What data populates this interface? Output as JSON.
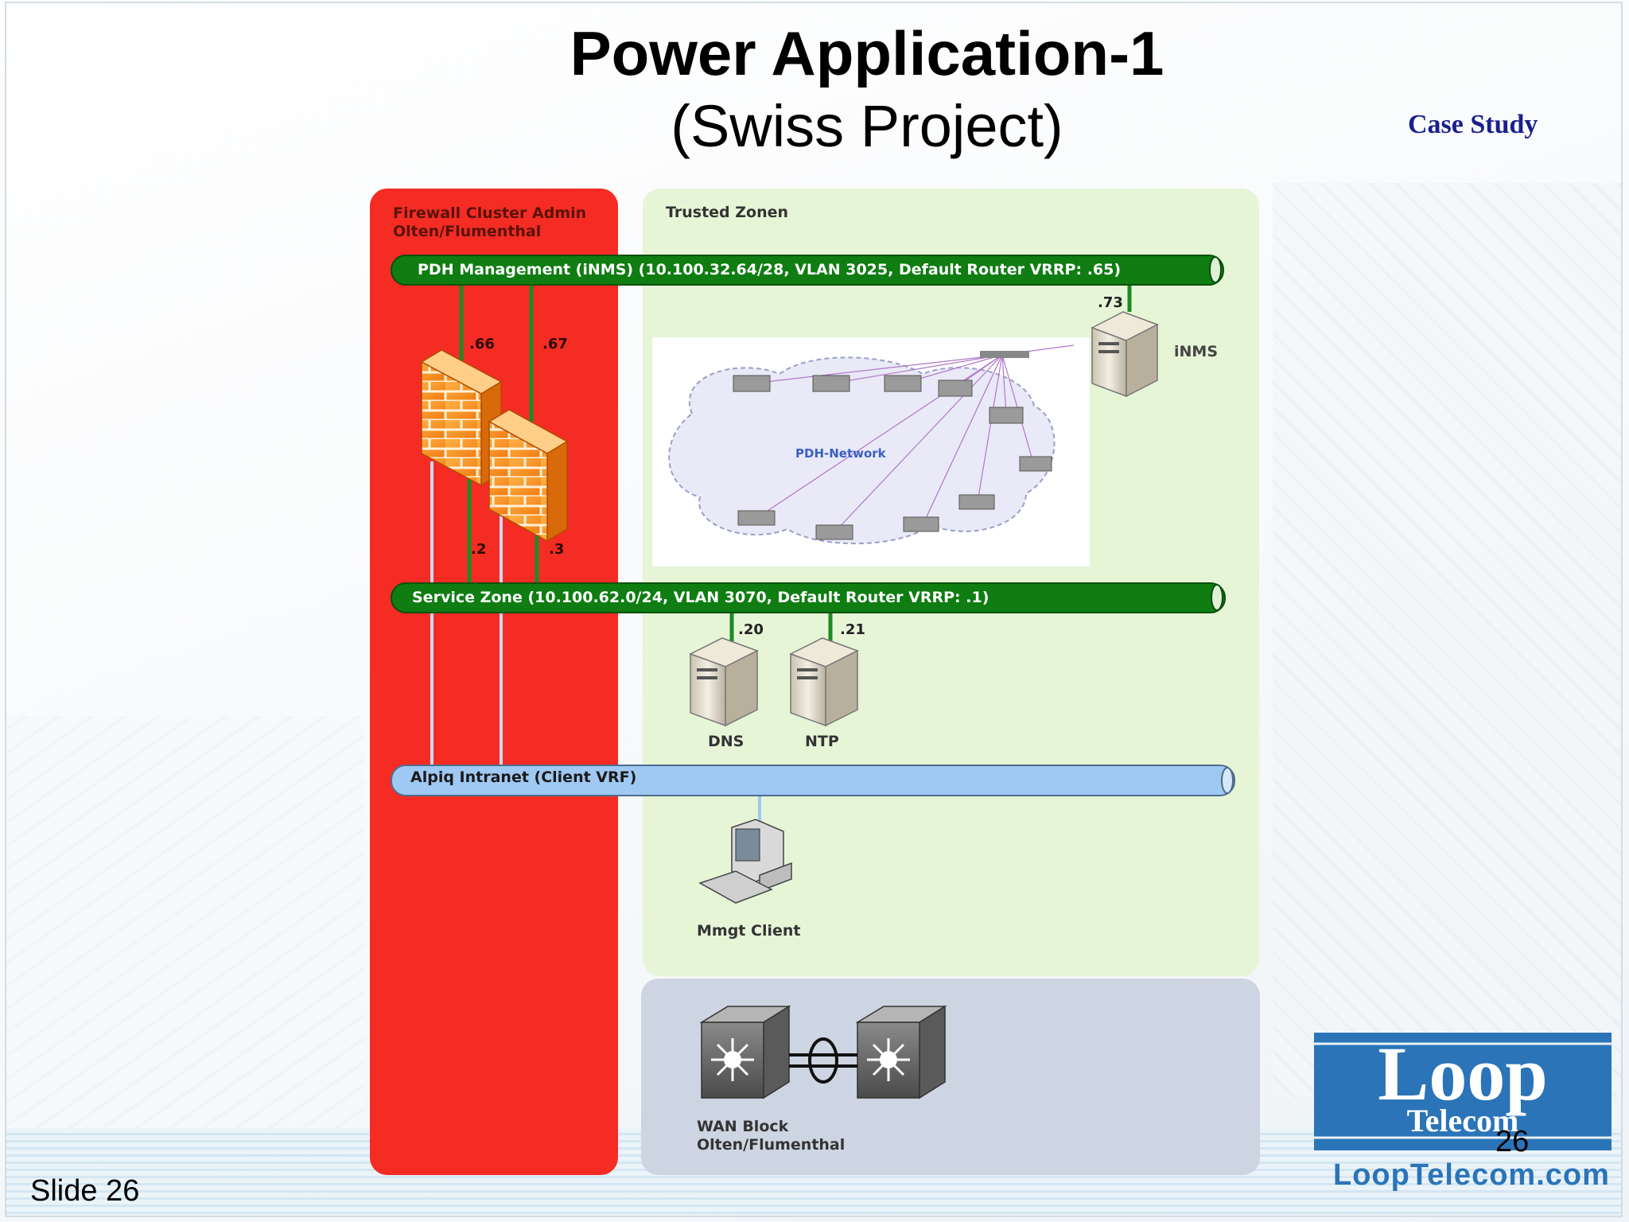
{
  "slide": {
    "title": "Power Application-1",
    "subtitle": "(Swiss Project)",
    "tag": "Case Study",
    "slide_label": "Slide 26",
    "page_number": "26"
  },
  "diagram": {
    "firewall_zone": {
      "line1": "Firewall Cluster Admin",
      "line2": "Olten/Flumenthal"
    },
    "trusted_zone": {
      "label": "Trusted Zonen"
    },
    "pdh_management": {
      "label": "PDH Management (iNMS) (10.100.32.64/28, VLAN 3025, Default Router VRRP: .65)"
    },
    "service_zone": {
      "label": "Service Zone (10.100.62.0/24, VLAN 3070, Default Router VRRP: .1)"
    },
    "intranet": {
      "label": "Alpiq Intranet (Client VRF)"
    },
    "firewall_ips": {
      "fw1_top": ".66",
      "fw2_top": ".67",
      "fw1_bottom": ".2",
      "fw2_bottom": ".3"
    },
    "inms": {
      "label": "iNMS",
      "ip": ".73"
    },
    "dns": {
      "label": "DNS",
      "ip": ".20"
    },
    "ntp": {
      "label": "NTP",
      "ip": ".21"
    },
    "client": {
      "label": "Mmgt Client"
    },
    "wan": {
      "line1": "WAN Block",
      "line2": "Olten/Flumenthal"
    },
    "pdh_network": {
      "label": "PDH-Network"
    }
  },
  "logo": {
    "word1": "Loop",
    "word2": "Telecom",
    "url": "LoopTelecom.com"
  },
  "colors": {
    "firewall_zone": "#f42c24",
    "trusted_zone": "#e6f5d6",
    "wan_zone": "#cdd5e2",
    "pdh_bus": "#0f7d12",
    "intranet_bus": "#9fc8f2",
    "case_study": "#1a1f8c",
    "logo_blue": "#2b74b8"
  }
}
